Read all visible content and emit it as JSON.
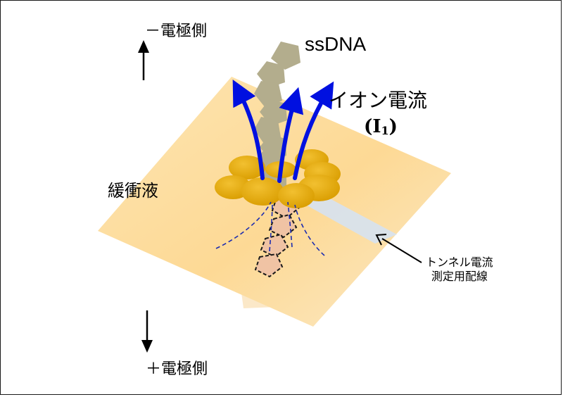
{
  "labels": {
    "negative_electrode": "－電極側",
    "positive_electrode": "＋電極側",
    "ssdna": "ssDNA",
    "ion_current": "イオン電流",
    "ion_current_symbol_open": "(",
    "ion_current_symbol_main": "I",
    "ion_current_symbol_sub": "1",
    "ion_current_symbol_close": ")",
    "buffer": "緩衝液",
    "tunnel_current_line1": "トンネル電流",
    "tunnel_current_line2": "測定用配線"
  },
  "colors": {
    "membrane": "#fddb9a",
    "protein": "#e3a90c",
    "dna_upper": "#b3ad8d",
    "dna_lower": "#f0c3a4",
    "ion_arrow": "#0010e0",
    "wire": "#d8e2ec",
    "field_line": "#1b2bb0"
  }
}
